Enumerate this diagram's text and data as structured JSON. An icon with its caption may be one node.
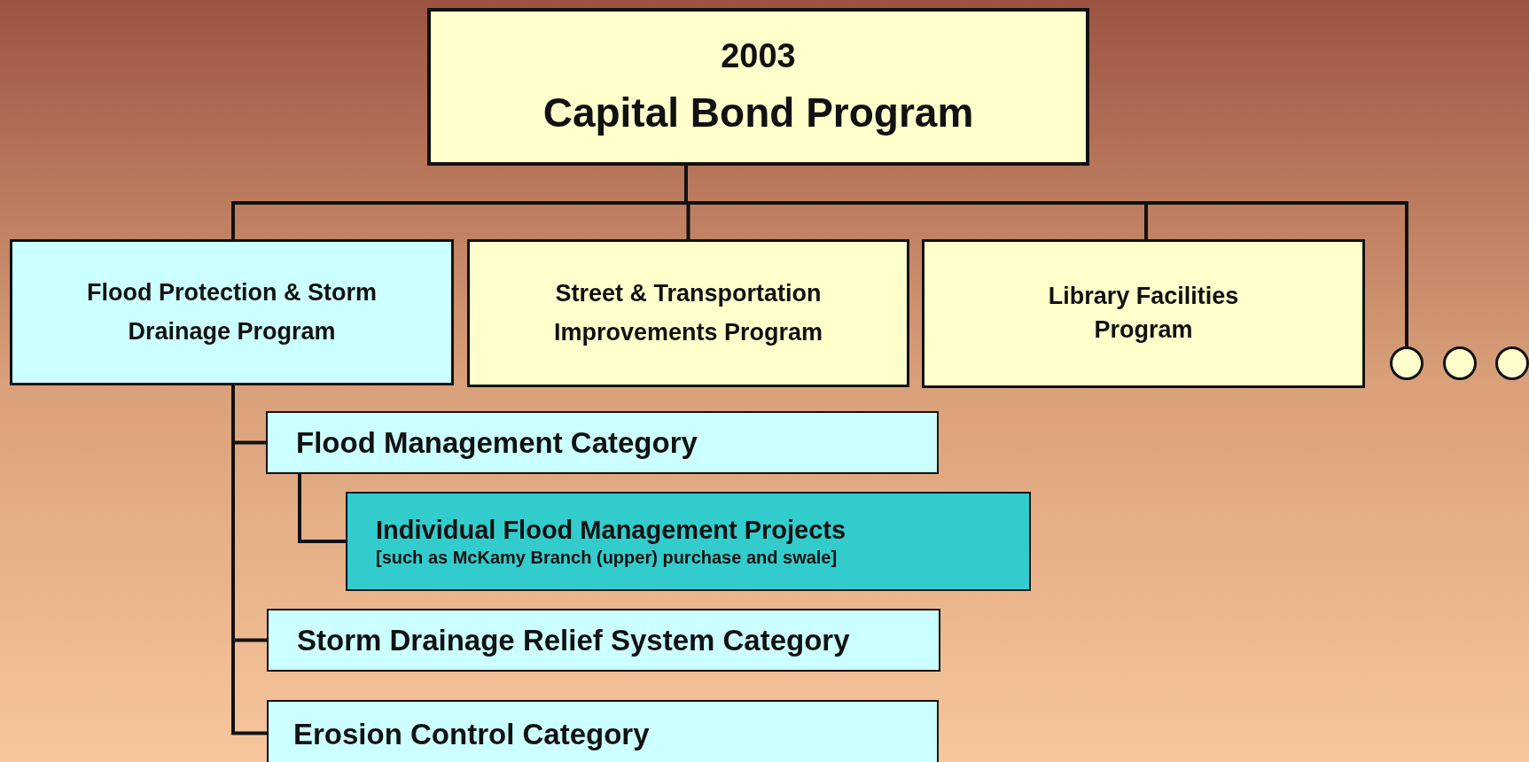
{
  "diagram": {
    "nodes": [
      {
        "text": [
          "2003",
          "Capital Bond Program"
        ]
      },
      {
        "text": [
          "Flood Protection & Storm Drainage Program"
        ]
      },
      {
        "text": [
          "Street & Transportation Improvements Program"
        ]
      },
      {
        "text": [
          "Library Facilities Program"
        ]
      },
      {
        "text": [],
        "shape": "circle"
      },
      {
        "text": [],
        "shape": "circle"
      },
      {
        "text": [],
        "shape": "circle"
      },
      {
        "text": [
          "Flood Management Category"
        ]
      },
      {
        "text": [
          "Individual Flood Management Projects",
          "[such as McKamy Branch (upper) purchase and swale]"
        ]
      },
      {
        "text": [
          "Storm Drainage Relief System Category"
        ]
      },
      {
        "text": [
          "Erosion Control Category"
        ]
      }
    ],
    "edges": [
      {
        "from": 0,
        "to": 1,
        "arrow": "none"
      },
      {
        "from": 0,
        "to": 2,
        "arrow": "none"
      },
      {
        "from": 0,
        "to": 3,
        "arrow": "none"
      },
      {
        "from": 0,
        "to": 4,
        "arrow": "none"
      },
      {
        "from": 1,
        "to": 7,
        "arrow": "none"
      },
      {
        "from": 7,
        "to": 8,
        "arrow": "none"
      },
      {
        "from": 1,
        "to": 9,
        "arrow": "none"
      },
      {
        "from": 1,
        "to": 10,
        "arrow": "none"
      }
    ]
  }
}
